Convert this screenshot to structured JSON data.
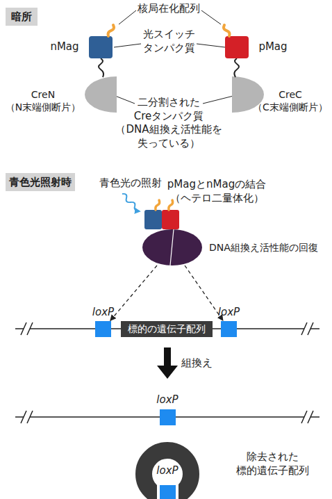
{
  "diagram": {
    "nodes": [
      {
        "text": [
          "暗所"
        ]
      },
      {
        "text": [
          "青色光照射時"
        ]
      },
      {
        "text": [
          "DNA組換え活性能の回復"
        ]
      },
      {
        "text": [
          "loxP"
        ]
      },
      {
        "text": [
          "標的の遺伝子配列"
        ]
      },
      {
        "text": [
          "loxP"
        ]
      }
    ],
    "edges": [
      {
        "from": 2,
        "to": 3,
        "arrow": "to"
      },
      {
        "from": 2,
        "to": 5,
        "arrow": "to"
      }
    ],
    "labels": [
      "核局在化配列",
      "nMag",
      "光スイッチ タンパク質",
      "pMag",
      "CreN （N末端側断片）",
      "二分割された Creタンパク質 （DNA組換え活性能を 失っている）",
      "CreC （C末端側断片）",
      "青色光の照射",
      "pMagとnMagの結合 （ヘテロ二量体化）",
      "組換え",
      "loxP",
      "loxP",
      "除去された 標的遺伝子配列"
    ]
  }
}
